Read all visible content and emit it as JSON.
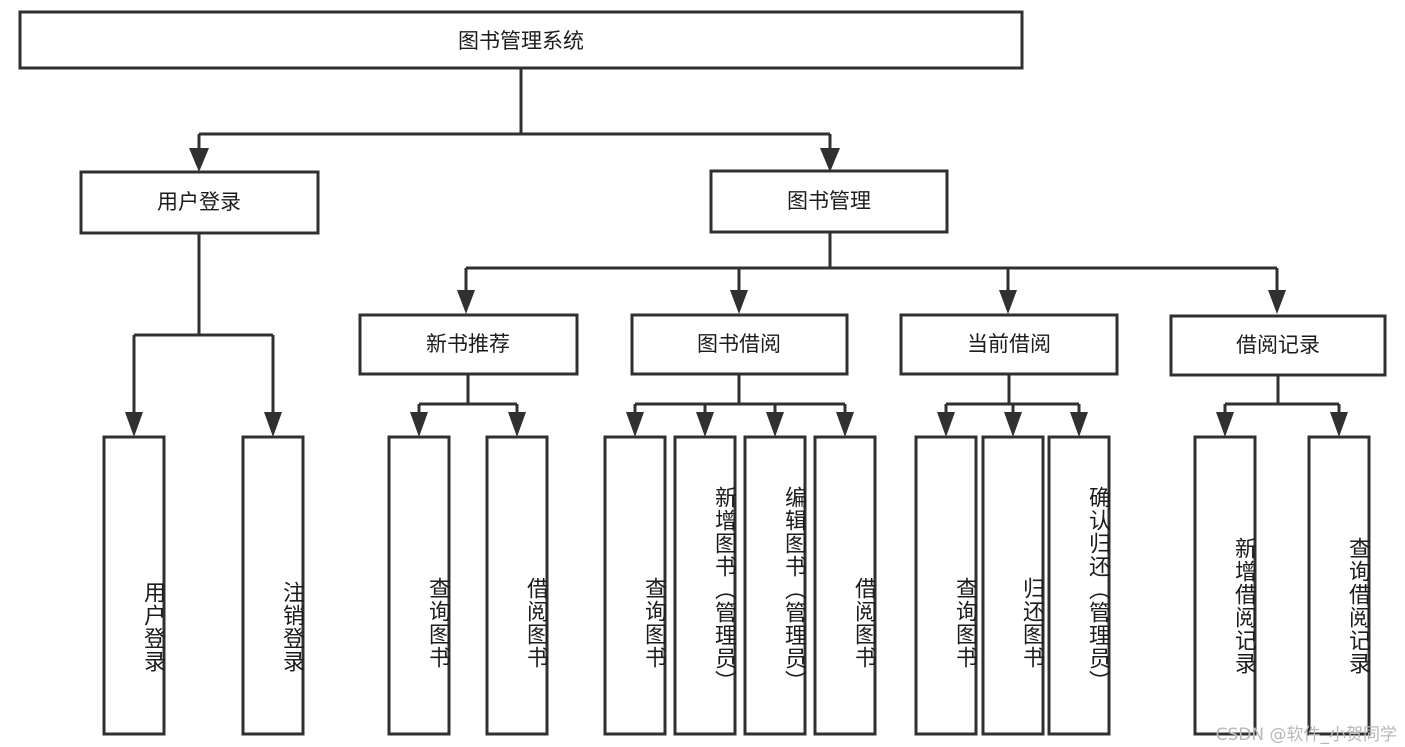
{
  "diagram": {
    "type": "tree-hierarchy",
    "title_node": {
      "id": "root",
      "label": "图书管理系统"
    },
    "level2": [
      {
        "id": "user-login",
        "label": "用户登录"
      },
      {
        "id": "book-manage",
        "label": "图书管理"
      }
    ],
    "level3": [
      {
        "id": "new-book-rec",
        "label": "新书推荐",
        "parent": "book-manage"
      },
      {
        "id": "book-borrow",
        "label": "图书借阅",
        "parent": "book-manage"
      },
      {
        "id": "current-borrow",
        "label": "当前借阅",
        "parent": "book-manage"
      },
      {
        "id": "borrow-record",
        "label": "借阅记录",
        "parent": "book-manage"
      }
    ],
    "leaves": [
      {
        "id": "leaf-user-login",
        "label": "用户登录",
        "parent": "user-login"
      },
      {
        "id": "leaf-user-logout",
        "label": "注销登录",
        "parent": "user-login"
      },
      {
        "id": "leaf-query-book-1",
        "label": "查询图书",
        "parent": "new-book-rec"
      },
      {
        "id": "leaf-borrow-book-1",
        "label": "借阅图书",
        "parent": "new-book-rec"
      },
      {
        "id": "leaf-query-book-2",
        "label": "查询图书",
        "parent": "book-borrow"
      },
      {
        "id": "leaf-add-book",
        "label": "新增图书（管理员）",
        "parent": "book-borrow"
      },
      {
        "id": "leaf-edit-book",
        "label": "编辑图书（管理员）",
        "parent": "book-borrow"
      },
      {
        "id": "leaf-borrow-book-2",
        "label": "借阅图书",
        "parent": "book-borrow"
      },
      {
        "id": "leaf-query-book-3",
        "label": "查询图书",
        "parent": "current-borrow"
      },
      {
        "id": "leaf-return-book",
        "label": "归还图书",
        "parent": "current-borrow"
      },
      {
        "id": "leaf-confirm-return",
        "label": "确认归还（管理员）",
        "parent": "current-borrow"
      },
      {
        "id": "leaf-add-record",
        "label": "新增借阅记录",
        "parent": "borrow-record"
      },
      {
        "id": "leaf-query-record",
        "label": "查询借阅记录",
        "parent": "borrow-record"
      }
    ]
  },
  "watermark": {
    "text": "CSDN @软件_小贺同学"
  },
  "colors": {
    "background": "#ffffff",
    "stroke": "#303030",
    "text": "#1c1c1c",
    "watermark": "#b8b8b8"
  }
}
